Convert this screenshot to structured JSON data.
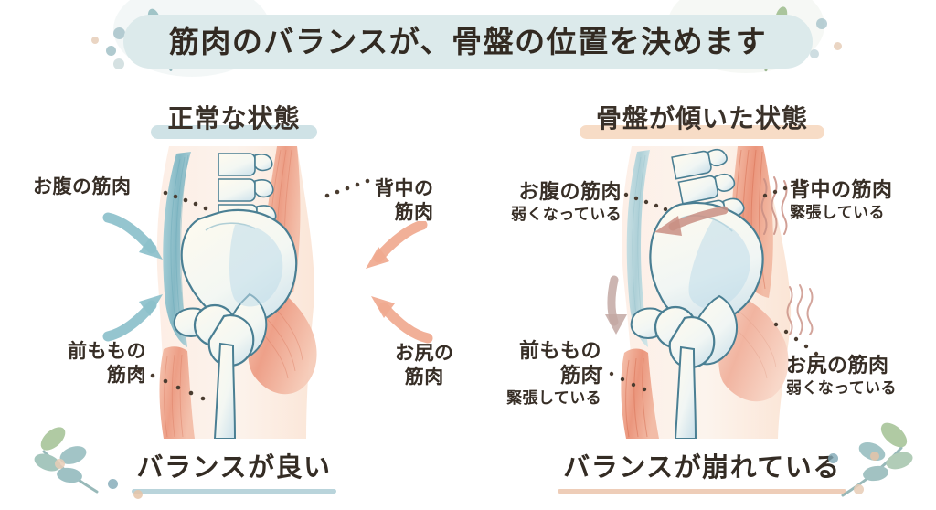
{
  "title": {
    "text": "筋肉のバランスが、骨盤の位置を決めます",
    "pill_color": "#dceaeb"
  },
  "colors": {
    "ink": "#372e26",
    "teal": "#7fb8c4",
    "teal_dark": "#4f93a4",
    "coral": "#e8917c",
    "coral_light": "#f2b9a4",
    "skin": "#fbe7dc",
    "bone": "#fdf6e6",
    "bone_blue": "#bcd9e6",
    "outline": "#4a7f93",
    "leaf_green": "#9bba8e",
    "leaf_teal": "#8dbcc2",
    "highlight_blue": "#cfe2e6",
    "highlight_peach": "#f7dcc6",
    "underline_blue": "#b9d4db",
    "underline_peach": "#eecdb8"
  },
  "panels": [
    {
      "id": "normal",
      "header": "正常な状態",
      "caption": "バランスが良い",
      "labels": [
        {
          "id": "abdomen",
          "main": "お腹の筋肉",
          "sub": ""
        },
        {
          "id": "back",
          "main": "背中の\n筋肉",
          "sub": ""
        },
        {
          "id": "quad",
          "main": "前ももの\n筋肉",
          "sub": ""
        },
        {
          "id": "glute",
          "main": "お尻の\n筋肉",
          "sub": ""
        }
      ],
      "label_lines": {
        "abdomen_l1": "お腹の筋肉",
        "back_l1": "背中の",
        "back_l2": "筋肉",
        "quad_l1": "前ももの",
        "quad_l2": "筋肉",
        "glute_l1": "お尻の",
        "glute_l2": "筋肉"
      },
      "arrows": [
        {
          "id": "arrow-abdomen-down",
          "color": "#8cc0cb",
          "direction": "down-right"
        },
        {
          "id": "arrow-quad-up",
          "color": "#8cc0cb",
          "direction": "up-right"
        },
        {
          "id": "arrow-back-in",
          "color": "#f0a98f",
          "direction": "down-left"
        },
        {
          "id": "arrow-glute-in",
          "color": "#f0a98f",
          "direction": "up-left"
        }
      ]
    },
    {
      "id": "tilted",
      "header": "骨盤が傾いた状態",
      "caption": "バランスが崩れている",
      "labels": [
        {
          "id": "abdomen",
          "main": "お腹の筋肉",
          "sub": "弱くなっている"
        },
        {
          "id": "back",
          "main": "背中の筋肉",
          "sub": "緊張している"
        },
        {
          "id": "quad",
          "main": "前ももの\n筋肉",
          "sub": "緊張している"
        },
        {
          "id": "glute",
          "main": "お尻の筋肉",
          "sub": "弱くなっている"
        }
      ],
      "label_lines": {
        "abdomen_l1": "お腹の筋肉",
        "abdomen_sub": "弱くなっている",
        "back_l1": "背中の筋肉",
        "back_sub": "緊張している",
        "quad_l1": "前ももの",
        "quad_l2": "筋肉",
        "quad_sub": "緊張している",
        "glute_l1": "お尻の筋肉",
        "glute_sub": "弱くなっている"
      },
      "arrows": [
        {
          "id": "arrow-tilt-main",
          "color": "#c98f84",
          "direction": "left"
        },
        {
          "id": "arrow-abdomen-weak",
          "color": "#c0a6a0",
          "direction": "down"
        }
      ],
      "tension_marks": [
        {
          "id": "tension-back",
          "count": 3
        },
        {
          "id": "tension-glute",
          "count": 3
        }
      ]
    }
  ],
  "decorations": {
    "leaf_sprigs": [
      {
        "id": "leaf-top-left",
        "tone": "teal"
      },
      {
        "id": "leaf-title-left",
        "tone": "teal"
      },
      {
        "id": "leaf-title-right",
        "tone": "green"
      },
      {
        "id": "leaf-bottom-left",
        "tone": "green"
      },
      {
        "id": "leaf-bottom-right",
        "tone": "green"
      }
    ],
    "dots": [
      {
        "id": "dot-1",
        "color": "#9dbcc4"
      },
      {
        "id": "dot-2",
        "color": "#e8cdb6"
      },
      {
        "id": "dot-3",
        "color": "#b9cfd4"
      }
    ]
  }
}
